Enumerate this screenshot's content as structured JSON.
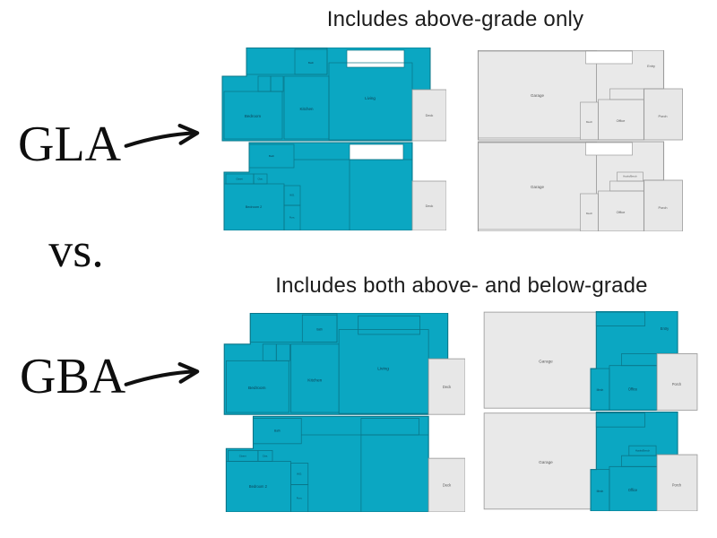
{
  "page": {
    "background": "#ffffff"
  },
  "colors": {
    "teal": "#0ba7c2",
    "teal_wall": "#0a7487",
    "gray_fill": "#e9e9e9",
    "gray_wall": "#9c9c9c",
    "text_black": "#101010"
  },
  "labels": {
    "gla": "GLA",
    "vs": "vs.",
    "gba": "GBA"
  },
  "titles": {
    "above": "Includes above-grade only",
    "both": "Includes both above- and below-grade"
  },
  "house_plan": {
    "upper": {
      "bath": "Bath",
      "bedroom": "Bedroom",
      "kitchen": "Kitchen",
      "living": "Living",
      "deck": "Deck"
    },
    "lower": {
      "bath": "Bath",
      "closet": "Closet",
      "clos": "Clos.",
      "bedroom2": "Bedroom 2",
      "wd": "W.D.",
      "furn": "Furn.",
      "deck": "Deck"
    }
  },
  "garage_plan": {
    "upper": {
      "garage": "Garage",
      "entry": "Entry",
      "mech": "Mech",
      "office": "Office",
      "porch": "Porch"
    },
    "lower": {
      "garage": "Garage",
      "hooks": "Hooks/Bench",
      "mech": "Mech",
      "office": "Office",
      "porch": "Porch"
    }
  }
}
